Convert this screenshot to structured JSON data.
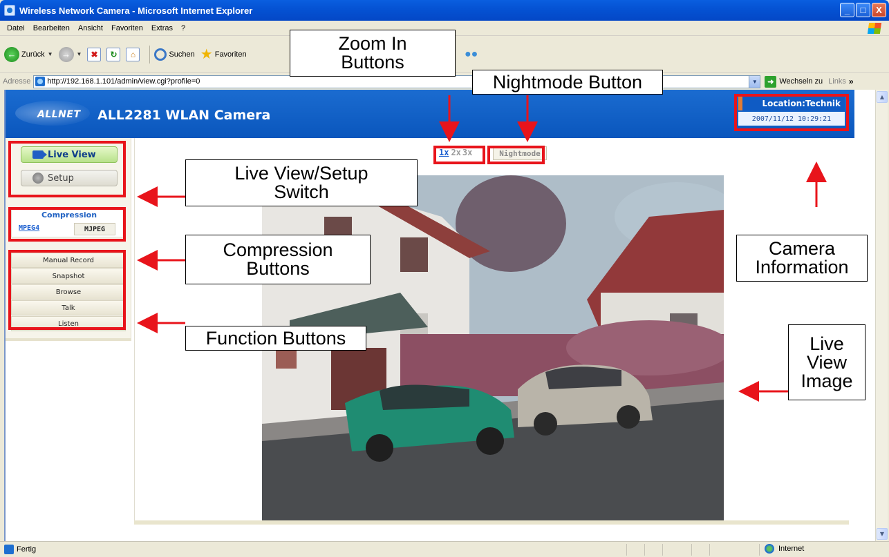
{
  "window": {
    "title": "Wireless Network Camera - Microsoft Internet Explorer",
    "minimize": "_",
    "maximize": "□",
    "close": "X"
  },
  "menu": [
    "Datei",
    "Bearbeiten",
    "Ansicht",
    "Favoriten",
    "Extras",
    "?"
  ],
  "toolbar": {
    "back": "Zurück",
    "search": "Suchen",
    "favorites": "Favoriten"
  },
  "address": {
    "label": "Adresse",
    "url": "http://192.168.1.101/admin/view.cgi?profile=0",
    "go": "Wechseln zu",
    "links": "Links"
  },
  "camera": {
    "brand": "ALLNET",
    "title": "ALL2281 WLAN Camera",
    "location": "Location:Technik",
    "datetime": "2007/11/12 10:29:21"
  },
  "nav": {
    "live_view": "Live View",
    "setup": "Setup"
  },
  "compression": {
    "title": "Compression",
    "mpeg4": "MPEG4",
    "mjpeg": "MJPEG"
  },
  "functions": [
    "Manual Record",
    "Snapshot",
    "Browse",
    "Talk",
    "Listen"
  ],
  "zoom": [
    "1x",
    "2x",
    "3x"
  ],
  "nightmode": "Nightmode",
  "annotations": {
    "zoom_in": "Zoom In\nButtons",
    "nightmode": "Nightmode Button",
    "switch": "Live View/Setup\nSwitch",
    "compression": "Compression\nButtons",
    "function": "Function Buttons",
    "camera_info": "Camera\nInformation",
    "live_image": "Live\nView\nImage"
  },
  "status": {
    "text": "Fertig",
    "zone": "Internet"
  },
  "colors": {
    "annotation_red": "#e8141b",
    "banner_blue": "#0a56bd",
    "xp_title": "#0553d4"
  }
}
